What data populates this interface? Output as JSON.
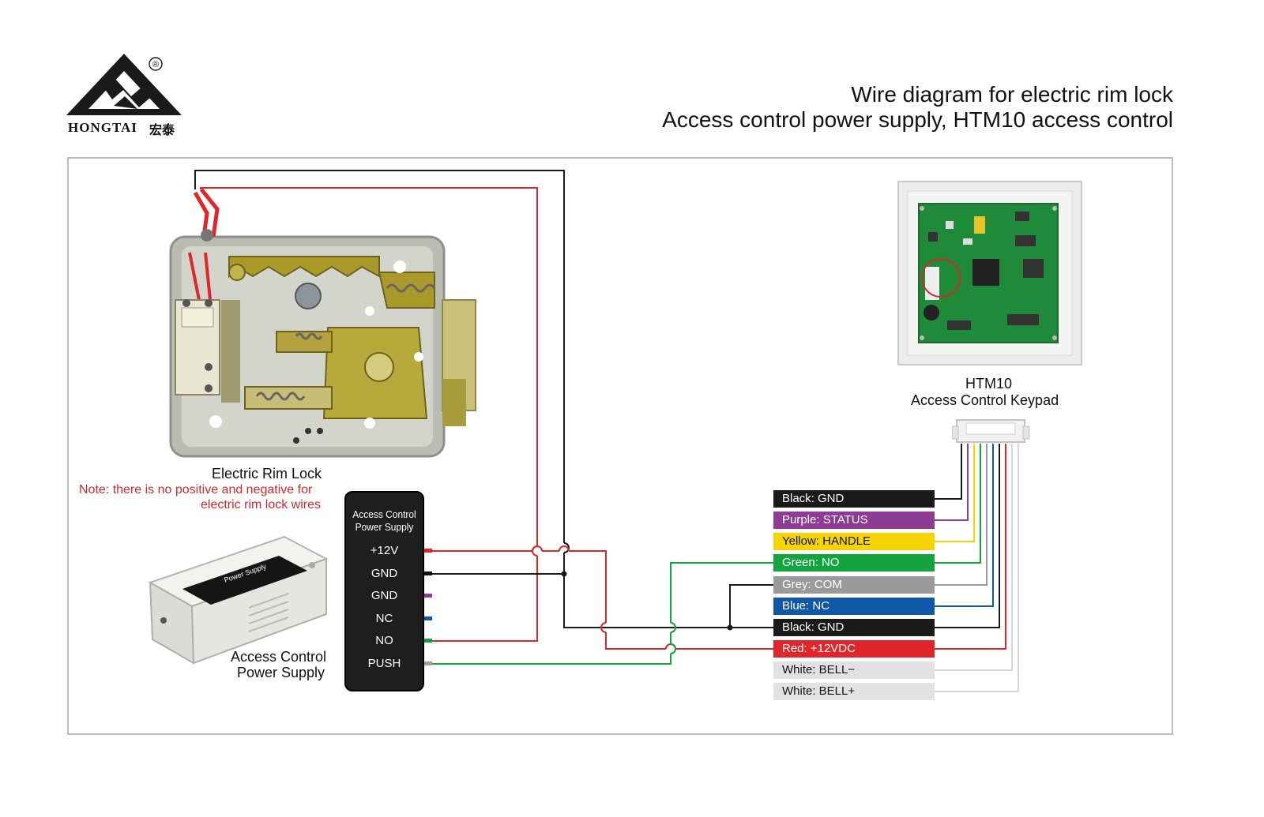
{
  "logo": {
    "brand_en": "HONGTAI",
    "brand_cn": "宏泰",
    "registered_mark": "®",
    "color": "#1a1a1a"
  },
  "title": {
    "line1": "Wire diagram for electric rim lock",
    "line2": "Access control power supply, HTM10 access control"
  },
  "lock": {
    "title": "Electric Rim Lock",
    "note_line1": "Note: there is no positive and negative for",
    "note_line2": "electric rim lock wires",
    "note_color": "#d3292e"
  },
  "power_supply": {
    "title_line1": "Access Control",
    "title_line2": "Power Supply",
    "panel_title_line1": "Access Control",
    "panel_title_line2": "Power Supply",
    "case_label": "Power Supply",
    "terminals": [
      {
        "label": "+12V",
        "color": "#e0262b"
      },
      {
        "label": "GND",
        "color": "#111111"
      },
      {
        "label": "GND",
        "color": "#8e3b95"
      },
      {
        "label": "NC",
        "color": "#0f57a8"
      },
      {
        "label": "NO",
        "color": "#12a040"
      },
      {
        "label": "PUSH",
        "color": "#a0a0a0"
      }
    ]
  },
  "keypad": {
    "title_line1": "HTM10",
    "title_line2": "Access Control Keypad"
  },
  "keypad_wires": [
    {
      "label": "Black: GND",
      "bg": "#1a1a1a",
      "fg": "#ffffff"
    },
    {
      "label": "Purple: STATUS",
      "bg": "#8e3b95",
      "fg": "#ffffff"
    },
    {
      "label": "Yellow: HANDLE",
      "bg": "#f5d400",
      "fg": "#111111"
    },
    {
      "label": "Green: NO",
      "bg": "#14a43f",
      "fg": "#ffffff"
    },
    {
      "label": "Grey: COM",
      "bg": "#9a9a9a",
      "fg": "#ffffff"
    },
    {
      "label": "Blue: NC",
      "bg": "#0f57a8",
      "fg": "#ffffff"
    },
    {
      "label": "Black: GND",
      "bg": "#1a1a1a",
      "fg": "#ffffff"
    },
    {
      "label": "Red: +12VDC",
      "bg": "#e0262b",
      "fg": "#ffffff"
    },
    {
      "label": "White: BELL−",
      "bg": "#e2e2e2",
      "fg": "#111111"
    },
    {
      "label": "White: BELL+",
      "bg": "#e2e2e2",
      "fg": "#111111"
    }
  ]
}
